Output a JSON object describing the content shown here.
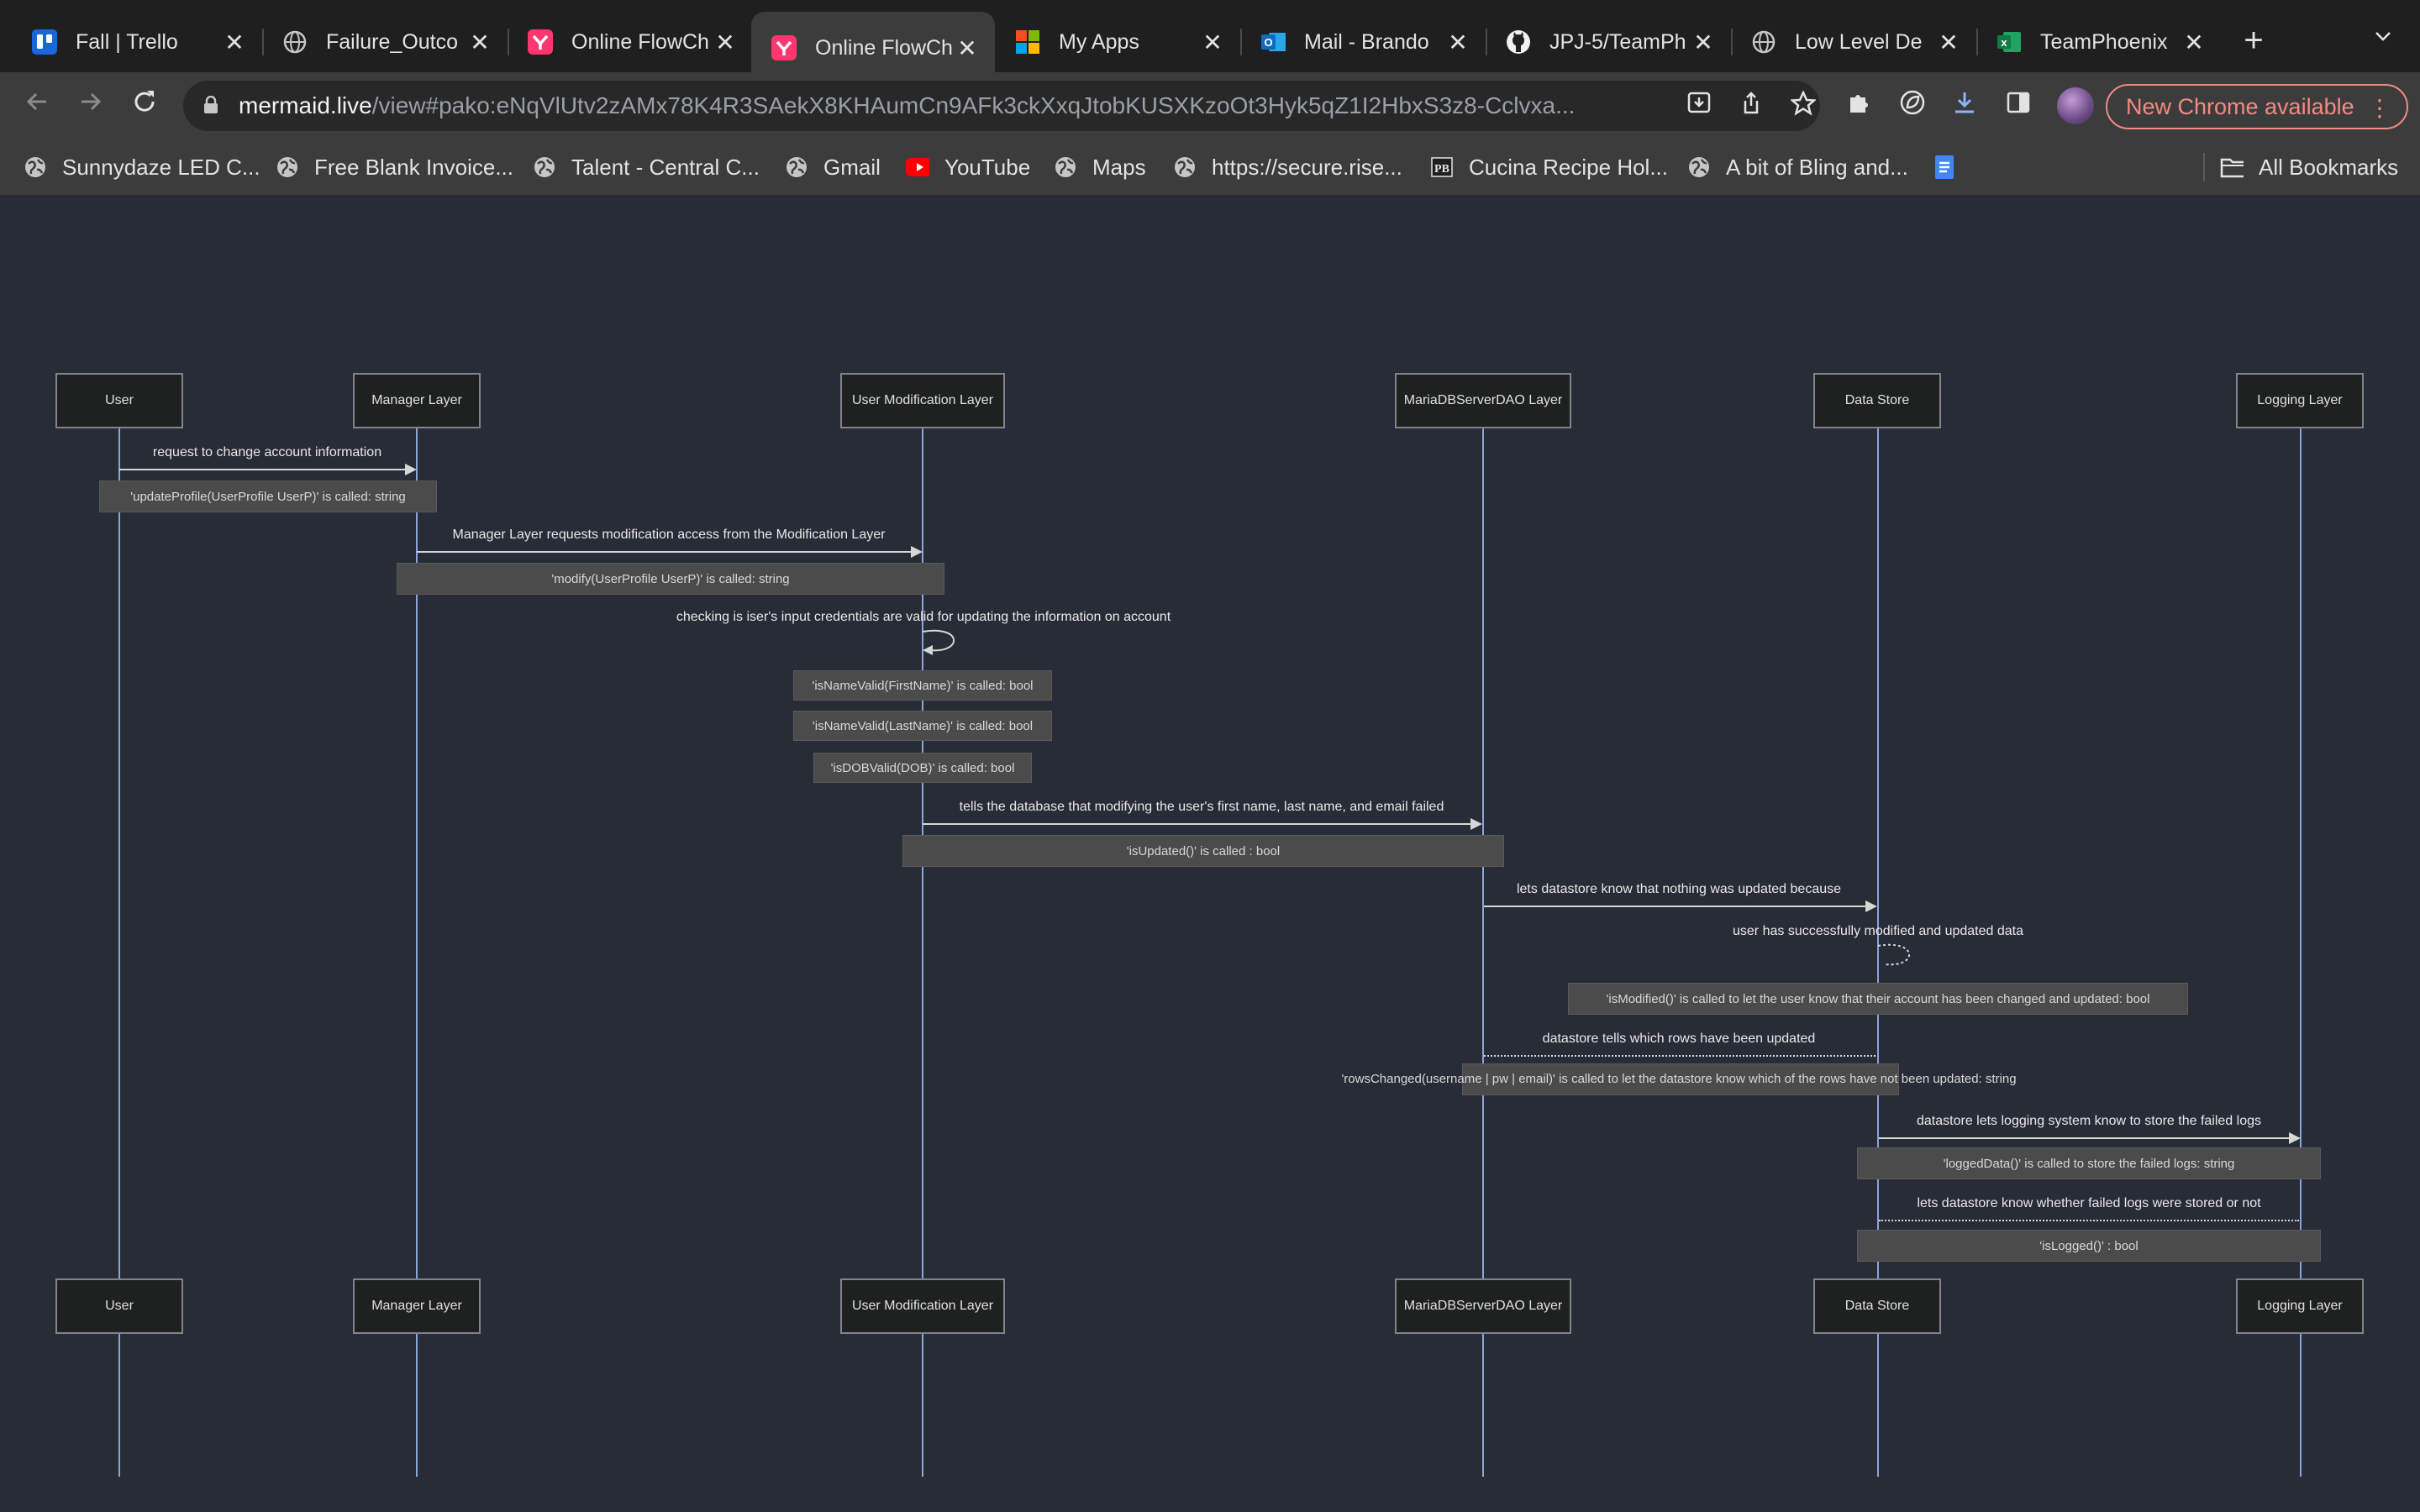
{
  "browser": {
    "tabs": [
      {
        "title": "Fall | Trello",
        "icon": "trello-icon",
        "active": false
      },
      {
        "title": "Failure_Outco",
        "icon": "globe-icon",
        "active": false
      },
      {
        "title": "Online FlowCh",
        "icon": "flowchart-app-icon",
        "active": false
      },
      {
        "title": "Online FlowCh",
        "icon": "flowchart-app-icon",
        "active": true
      },
      {
        "title": "My Apps",
        "icon": "microsoft-icon",
        "active": false
      },
      {
        "title": "Mail - Brando",
        "icon": "outlook-icon",
        "active": false
      },
      {
        "title": "JPJ-5/TeamPh",
        "icon": "github-icon",
        "active": false
      },
      {
        "title": "Low Level De",
        "icon": "globe-icon",
        "active": false
      },
      {
        "title": "TeamPhoenix",
        "icon": "excel-icon",
        "active": false
      }
    ],
    "url_host": "mermaid.live",
    "url_path": "/view#pako:eNqVlUtv2zAMx78K4R3SAekX8KHAumCn9AFk3ckXxqJtobKUSXKzoOt3Hyk5qZ1I2HbxS3z8-Cclvxa...",
    "update_button": "New Chrome available",
    "bookmarks": [
      {
        "label": "Sunnydaze LED C...",
        "icon": "globe-icon"
      },
      {
        "label": "Free Blank Invoice...",
        "icon": "globe-icon"
      },
      {
        "label": "Talent - Central C...",
        "icon": "globe-icon"
      },
      {
        "label": "Gmail",
        "icon": "globe-icon"
      },
      {
        "label": "YouTube",
        "icon": "youtube-icon"
      },
      {
        "label": "Maps",
        "icon": "globe-icon"
      },
      {
        "label": "https://secure.rise...",
        "icon": "globe-icon"
      },
      {
        "label": "Cucina Recipe Hol...",
        "icon": "recipe-icon"
      },
      {
        "label": "A bit of Bling and...",
        "icon": "globe-icon"
      },
      {
        "label": "",
        "icon": "docs-icon"
      }
    ],
    "all_bookmarks": "All Bookmarks"
  },
  "diagram": {
    "participants": [
      "User",
      "Manager Layer",
      "User Modification Layer",
      "MariaDBServerDAO Layer",
      "Data Store",
      "Logging Layer"
    ],
    "messages": [
      {
        "text": "request to change account information",
        "from": 0,
        "to": 1,
        "style": "solid"
      },
      {
        "text": "Manager Layer requests modification access from the Modification Layer",
        "from": 1,
        "to": 2,
        "style": "solid"
      },
      {
        "text": "checking is iser's input credentials are valid for updating the information on account",
        "from": 2,
        "to": 2,
        "style": "self"
      },
      {
        "text": "tells the database that modifying the user's first name, last name, and email failed",
        "from": 2,
        "to": 3,
        "style": "solid"
      },
      {
        "text": "lets datastore know that nothing was updated because",
        "from": 3,
        "to": 4,
        "style": "solid"
      },
      {
        "text": "user has successfully modified and updated data",
        "from": 4,
        "to": 4,
        "style": "self-dotted"
      },
      {
        "text": "datastore tells which rows have been updated",
        "from": 4,
        "to": 3,
        "style": "dotted"
      },
      {
        "text": "datastore lets logging system know to store the failed logs",
        "from": 4,
        "to": 5,
        "style": "solid"
      },
      {
        "text": "lets datastore know whether failed logs were stored or not",
        "from": 5,
        "to": 4,
        "style": "dotted"
      }
    ],
    "notes": [
      "'updateProfile(UserProfile UserP)' is called: string",
      "'modify(UserProfile UserP)' is called: string",
      "'isNameValid(FirstName)' is called: bool",
      "'isNameValid(LastName)' is called: bool",
      "'isDOBValid(DOB)' is called: bool",
      "'isUpdated()' is called : bool",
      "'isModified()' is called to let the user know that their account has been changed and updated: bool",
      "'rowsChanged(username | pw | email)' is called to let the datastore know which of the rows have not been updated: string",
      "'loggedData()' is called to store the failed logs: string",
      "'isLogged()' : bool"
    ]
  }
}
